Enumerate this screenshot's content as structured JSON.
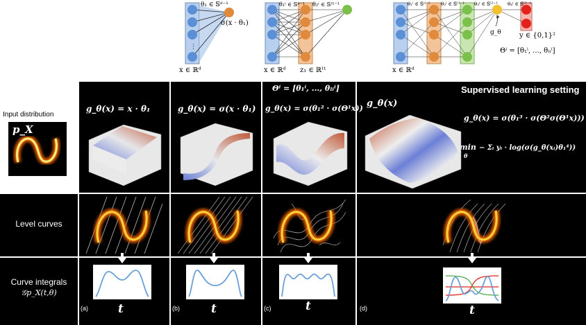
{
  "networks": {
    "net1": {
      "label_theta": "θ₁ ∈ 𝕊ᵈ⁻¹",
      "label_out": "σ(x · θ₁)",
      "label_in": "x ∈ ℝᵈ"
    },
    "net2": {
      "label_theta1": "θ₁ⁱ ∈ 𝕊ᵈ⁻¹",
      "label_theta2": "θ₂ⁱ ∈ 𝕊ˡ¹⁻¹",
      "label_in": "x ∈ ℝᵈ",
      "label_z": "z₁ ∈ ℝˡ¹"
    },
    "net3": {
      "label_theta1": "θ₁ⁱ ∈ 𝕊ᵈ⁻¹",
      "label_theta2": "θ₂ⁱ ∈ 𝕊ˡ¹⁻¹",
      "label_theta3": "θ₃ⁱ ∈ 𝕊ˡ²⁻¹",
      "label_theta4": "θ₄ⁱ ∈ 𝕊ˡ³⁻¹",
      "label_g": "g_θ",
      "label_y": "y ∈ {0,1}²",
      "label_Theta": "Θⁱ = [θ₁ⁱ, ..., θₗᵢⁱ]",
      "label_in": "x ∈ ℝᵈ"
    }
  },
  "rows": {
    "input": {
      "title": "Input distribution",
      "symbol": "p_X"
    },
    "level": {
      "title": "Level curves"
    },
    "integral": {
      "title": "Curve integrals",
      "symbol": "𝒢p_X(t,θ)"
    }
  },
  "columns": {
    "a": {
      "formula": "g_θ(x) = x · θ₁",
      "letter": "(a)",
      "t": "t"
    },
    "b": {
      "formula": "g_θ(x) = σ(x · θ₁)",
      "letter": "(b)",
      "t": "t"
    },
    "c": {
      "formula_top": "Θⁱ = [θ₁ⁱ, ..., θₗᵢⁱ]",
      "formula": "g_θ(x) = σ(θ₁² · σ(Θ¹x))",
      "letter": "(c)",
      "t": "t"
    },
    "d": {
      "title": "Supervised learning setting",
      "formula_g": "g_θ(x)",
      "formula1": "g_θ(x) = σ(θ₁³ · σ(Θ²σ(Θ¹x)))",
      "formula2_min": "min",
      "formula2_sub": "θ",
      "formula2": "− Σᵢ yᵢ · log(σ(g_θ(xᵢ)θ₁⁴))",
      "letter": "(d)",
      "t": "t"
    }
  },
  "colors": {
    "background": "#000000",
    "node_blue": "#5b8fd6",
    "node_orange": "#e08a3c",
    "node_green": "#7cc04c",
    "node_yellow": "#f2c12e",
    "node_red": "#e3231b",
    "curve": "#6a9fd8"
  }
}
